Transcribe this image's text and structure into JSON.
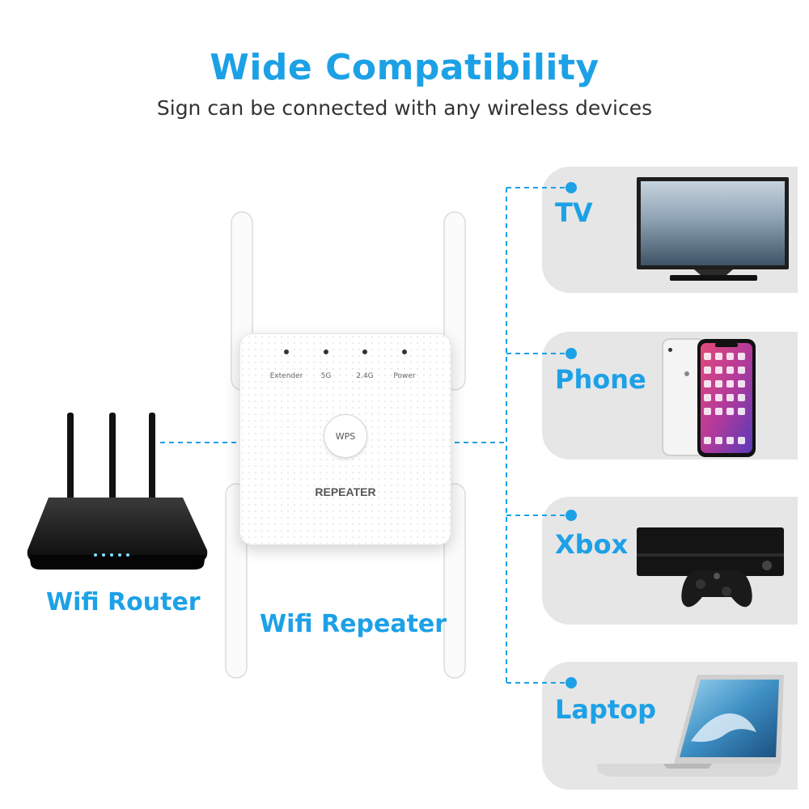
{
  "header": {
    "title": "Wide Compatibility",
    "subtitle": "Sign can be connected with any wireless devices"
  },
  "router": {
    "label": "Wifi Router"
  },
  "repeater": {
    "label": "Wifi Repeater",
    "indicators": [
      "Extender",
      "5G",
      "2.4G",
      "Power"
    ],
    "wps_label": "WPS",
    "brand_text": "REPEATER"
  },
  "devices": [
    {
      "label": "TV"
    },
    {
      "label": "Phone"
    },
    {
      "label": "Xbox"
    },
    {
      "label": "Laptop"
    }
  ],
  "colors": {
    "accent": "#1da1e6",
    "card_bg": "#e6e6e6",
    "subtitle": "#333333"
  }
}
